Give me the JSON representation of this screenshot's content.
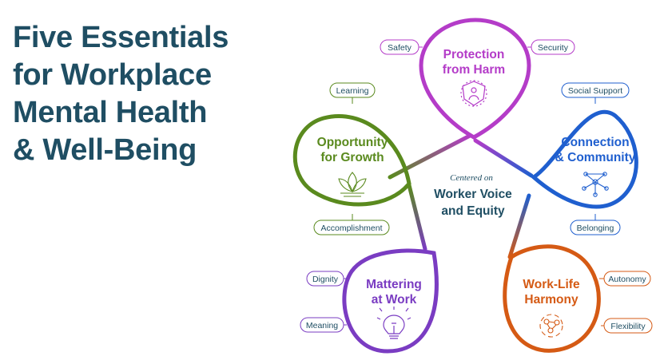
{
  "title_lines": [
    "Five Essentials",
    "for Workplace",
    "Mental Health",
    "& Well-Being"
  ],
  "center": {
    "caption": "Centered on",
    "lines": [
      "Worker Voice",
      "and Equity"
    ]
  },
  "essentials": {
    "protection": {
      "title_lines": [
        "Protection",
        "from Harm"
      ],
      "color": "#b43cc8",
      "tags": [
        "Safety",
        "Security"
      ],
      "icon": "shield-person-icon"
    },
    "connection": {
      "title_lines": [
        "Connection",
        "& Community"
      ],
      "color": "#1f5fcf",
      "tags": [
        "Social Support",
        "Belonging"
      ],
      "icon": "network-icon"
    },
    "worklife": {
      "title_lines": [
        "Work-Life",
        "Harmony"
      ],
      "color": "#d55a14",
      "tags": [
        "Autonomy",
        "Flexibility"
      ],
      "icon": "nodes-icon"
    },
    "mattering": {
      "title_lines": [
        "Mattering",
        "at Work"
      ],
      "color": "#7a3cc2",
      "tags": [
        "Dignity",
        "Meaning"
      ],
      "icon": "lightbulb-icon"
    },
    "growth": {
      "title_lines": [
        "Opportunity",
        "for Growth"
      ],
      "color": "#5a8a1e",
      "tags": [
        "Learning",
        "Accomplishment"
      ],
      "icon": "lotus-icon"
    }
  }
}
